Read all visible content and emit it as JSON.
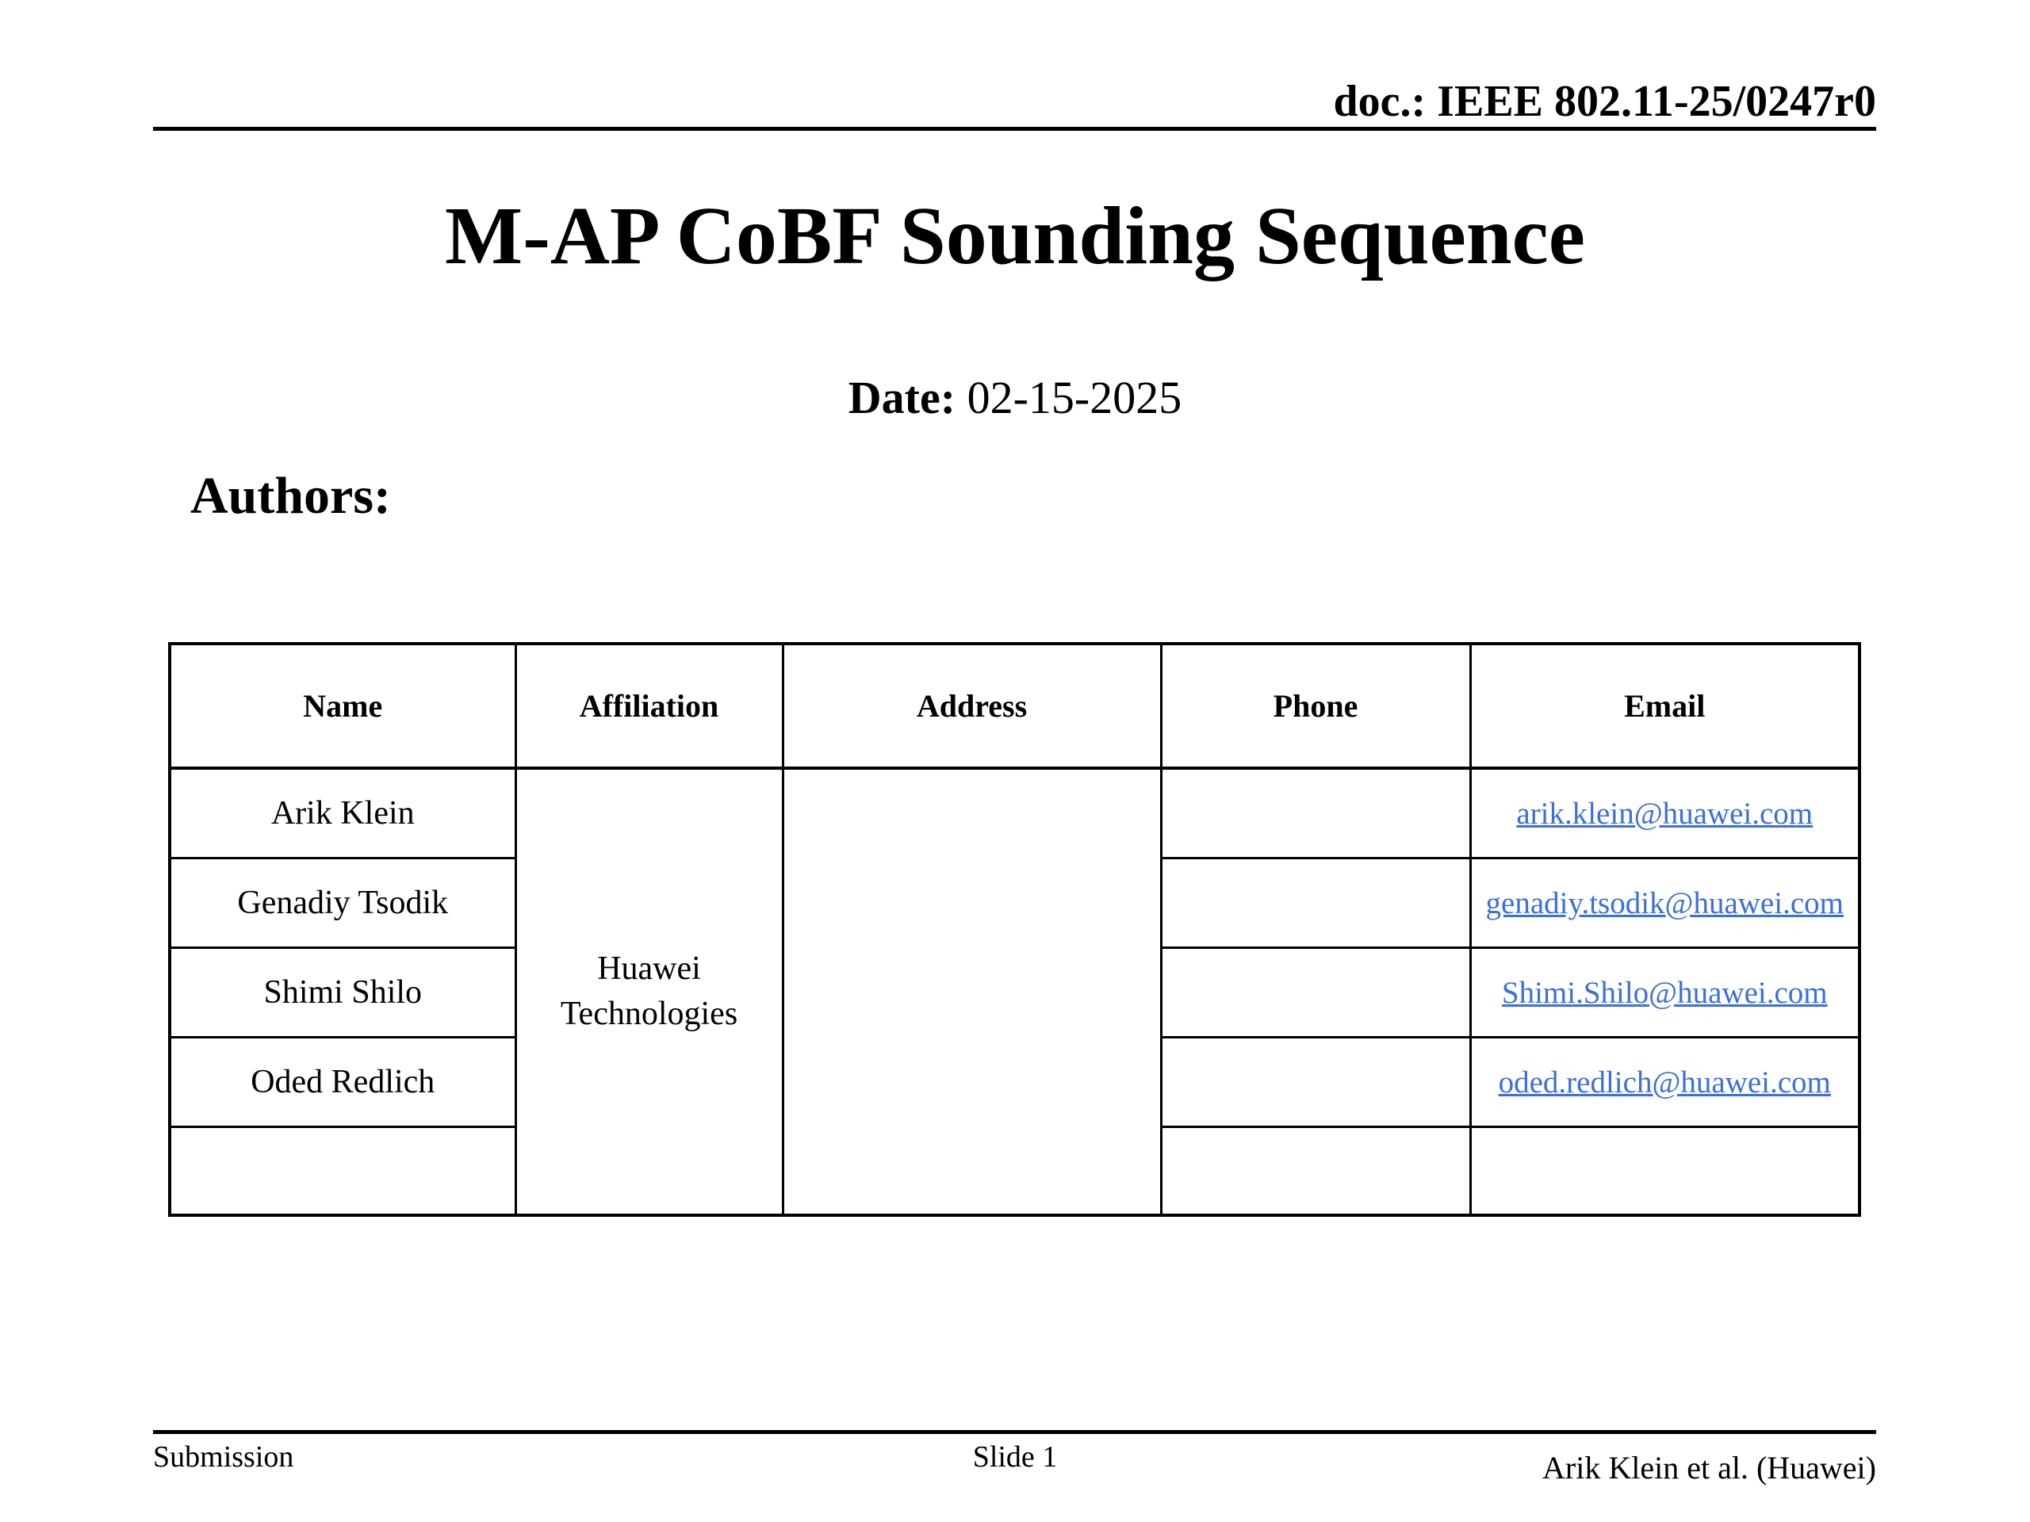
{
  "header": {
    "doc_ref": "doc.: IEEE 802.11-25/0247r0"
  },
  "title": "M-AP CoBF Sounding Sequence",
  "date": {
    "label": "Date:",
    "value": " 02-15-2025"
  },
  "authors_label": "Authors:",
  "authors_table": {
    "headers": [
      "Name",
      "Affiliation",
      "Address",
      "Phone",
      "Email"
    ],
    "affiliation": "Huawei Technologies",
    "address": "",
    "rows": [
      {
        "name": "Arik Klein",
        "phone": "",
        "email": "arik.klein@huawei.com"
      },
      {
        "name": "Genadiy Tsodik",
        "phone": "",
        "email": "genadiy.tsodik@huawei.com"
      },
      {
        "name": "Shimi Shilo",
        "phone": "",
        "email": "Shimi.Shilo@huawei.com"
      },
      {
        "name": "Oded Redlich",
        "phone": "",
        "email": "oded.redlich@huawei.com"
      },
      {
        "name": "",
        "phone": "",
        "email": ""
      }
    ]
  },
  "footer": {
    "left": "Submission",
    "center": "Slide 1",
    "right": "Arik Klein et al. (Huawei)"
  },
  "colors": {
    "background": "#ffffff",
    "text": "#000000",
    "border": "#000000",
    "link": "#3b6fdc"
  }
}
